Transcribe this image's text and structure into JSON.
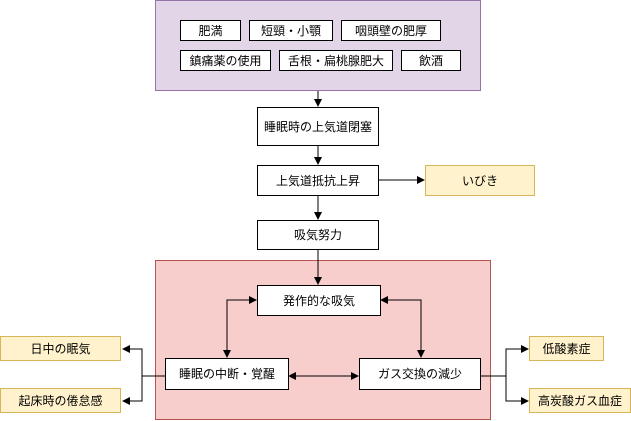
{
  "risk_factors": {
    "obesity": "肥満",
    "short_neck": "短頸・小顎",
    "pharyngeal_wall": "咽頭壁の肥厚",
    "sedatives": "鎮痛薬の使用",
    "tongue_tonsils": "舌根・扁桃腺肥大",
    "alcohol": "飲酒"
  },
  "flow": {
    "obstruction": "睡眠時の上気道閉塞",
    "resistance": "上気道抵抗上昇",
    "effort": "吸気努力"
  },
  "cycle": {
    "gasp": "発作的な吸気",
    "arousal": "睡眠の中断・覚醒",
    "gas_exchange": "ガス交換の減少"
  },
  "outcomes": {
    "snoring": "いびき",
    "daytime_sleepiness": "日中の眠気",
    "morning_fatigue": "起床時の倦怠感",
    "hypoxemia": "低酸素症",
    "hypercapnia": "高炭酸ガス血症"
  },
  "colors": {
    "risk_fill": "#e1d5e7",
    "risk_border": "#9673a6",
    "cycle_fill": "#f8cecc",
    "cycle_border": "#b85450",
    "outcome_fill": "#fff2cc",
    "outcome_border": "#d6b656"
  }
}
